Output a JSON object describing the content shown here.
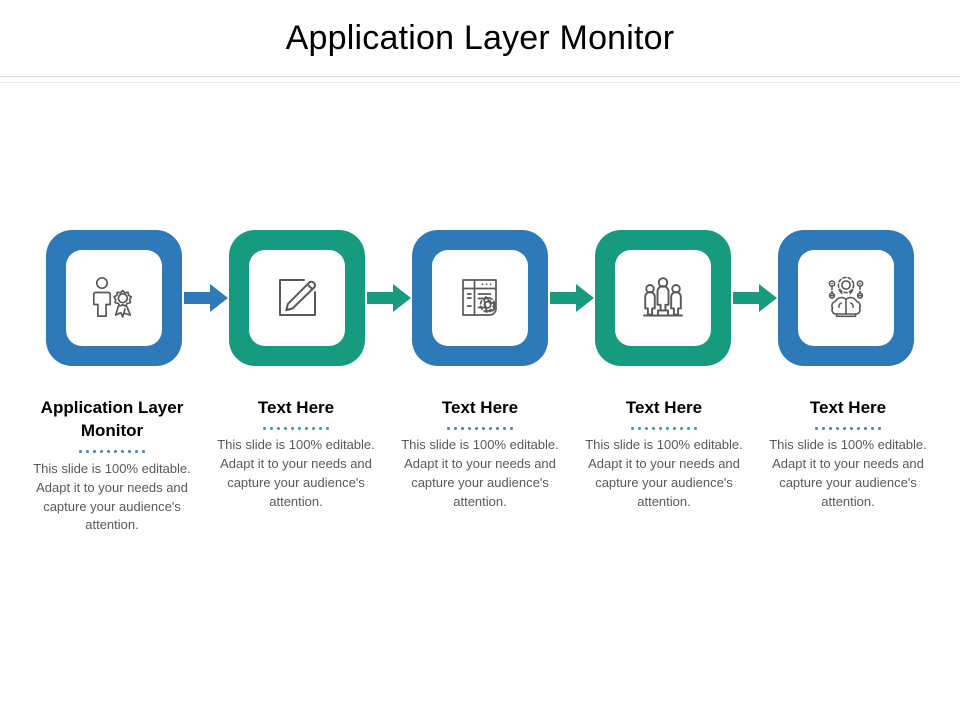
{
  "slide": {
    "title": "Application Layer Monitor",
    "accent_blue": "#2E7AB8",
    "accent_teal": "#179B7E",
    "body_text_color": "#595959"
  },
  "diagram": {
    "type": "process-flow",
    "orientation": "horizontal",
    "steps": [
      {
        "index": 1,
        "icon": "person-award-icon",
        "frame_color": "#2E7AB8",
        "frame_tone": "blue",
        "heading": "Application Layer Monitor",
        "divider_color": "#3a85bd",
        "divider_tone": "blue",
        "body": "This slide is 100% editable. Adapt it to your needs and capture your audience's attention."
      },
      {
        "index": 2,
        "icon": "pencil-edit-square-icon",
        "frame_color": "#179B7E",
        "frame_tone": "teal",
        "heading": "Text Here",
        "divider_color": "#2aa58b",
        "divider_tone": "teal",
        "body": "This slide is 100% editable. Adapt it to your needs and capture your audience's attention."
      },
      {
        "index": 3,
        "icon": "document-gear-settings-icon",
        "frame_color": "#2E7AB8",
        "frame_tone": "blue",
        "heading": "Text Here",
        "divider_color": "#3a85bd",
        "divider_tone": "blue",
        "body": "This slide is 100% editable. Adapt it to your needs and capture your audience's attention."
      },
      {
        "index": 4,
        "icon": "team-podium-people-icon",
        "frame_color": "#179B7E",
        "frame_tone": "teal",
        "heading": "Text Here",
        "divider_color": "#2aa58b",
        "divider_tone": "teal",
        "body": "This slide is 100% editable. Adapt it to your needs and capture your audience's attention."
      },
      {
        "index": 5,
        "icon": "brain-gear-thinking-icon",
        "frame_color": "#2E7AB8",
        "frame_tone": "blue",
        "heading": "Text Here",
        "divider_color": "#3a85bd",
        "divider_tone": "blue",
        "body": "This slide is 100% editable. Adapt it to your needs and capture your audience's attention."
      }
    ],
    "connectors": [
      {
        "index": 1,
        "icon": "arrow-right-icon",
        "color": "#2E7AB8",
        "tone": "blue"
      },
      {
        "index": 2,
        "icon": "arrow-right-icon",
        "color": "#179B7E",
        "tone": "teal"
      },
      {
        "index": 3,
        "icon": "arrow-right-icon",
        "color": "#179B7E",
        "tone": "teal"
      },
      {
        "index": 4,
        "icon": "arrow-right-icon",
        "color": "#179B7E",
        "tone": "teal"
      }
    ]
  }
}
